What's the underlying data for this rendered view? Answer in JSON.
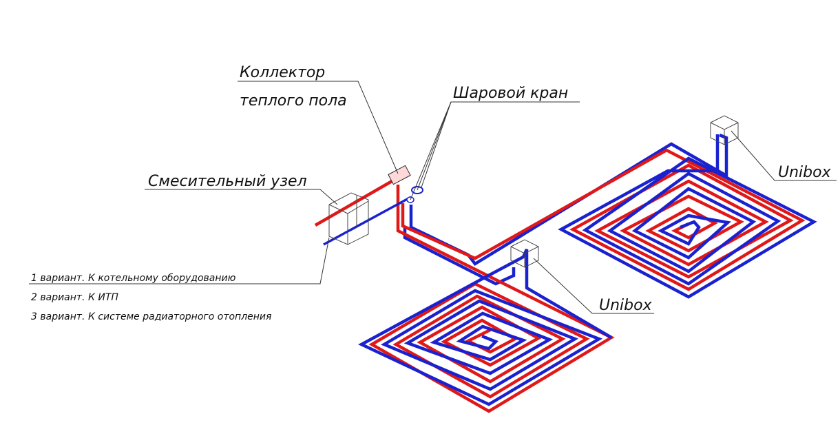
{
  "labels": {
    "collector_line1": "Коллектор",
    "collector_line2": "теплого пола",
    "ball_valve": "Шаровой кран",
    "mixing_unit": "Смесительный узел",
    "unibox_right": "Unibox",
    "unibox_bottom": "Unibox"
  },
  "variants": [
    "1 вариант. К котельному оборудованию",
    "2 вариант. К ИТП",
    "3 вариант. К системе радиаторного отопления"
  ],
  "colors": {
    "supply_pipe": "#e01818",
    "return_pipe": "#1a22d0",
    "leader_line": "#333333",
    "text": "#111111"
  }
}
